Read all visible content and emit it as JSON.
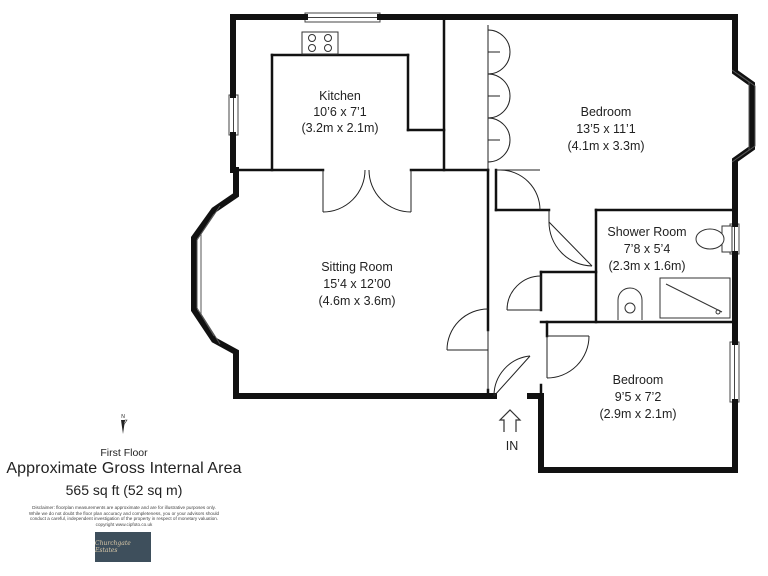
{
  "rooms": {
    "kitchen": {
      "name": "Kitchen",
      "imperial": "10’6 x 7’1",
      "metric": "(3.2m x 2.1m)"
    },
    "bedroom1": {
      "name": "Bedroom",
      "imperial": "13’5 x 11’1",
      "metric": "(4.1m x 3.3m)"
    },
    "shower_room": {
      "name": "Shower Room",
      "imperial": "7’8 x 5’4",
      "metric": "(2.3m x 1.6m)"
    },
    "sitting_room": {
      "name": "Sitting Room",
      "imperial": "15’4 x 12’00",
      "metric": "(4.6m x 3.6m)"
    },
    "bedroom2": {
      "name": "Bedroom",
      "imperial": "9’5 x 7’2",
      "metric": "(2.9m x 2.1m)"
    }
  },
  "entrance_label": "IN",
  "floor": "First Floor",
  "area_title": "Approximate Gross Internal Area",
  "area_value": "565 sq ft (52 sq m)",
  "disclaimer": "Disclaimer: floorplan measurements are approximate and are for illustrative purposes only. While we do not doubt the floor plan accuracy and completeness, you or your advisors should conduct a careful, independent investigation of the property in respect of monetary valuation. copyright www.cipfoto.co.uk",
  "logo_text": "Churchgate Estates"
}
